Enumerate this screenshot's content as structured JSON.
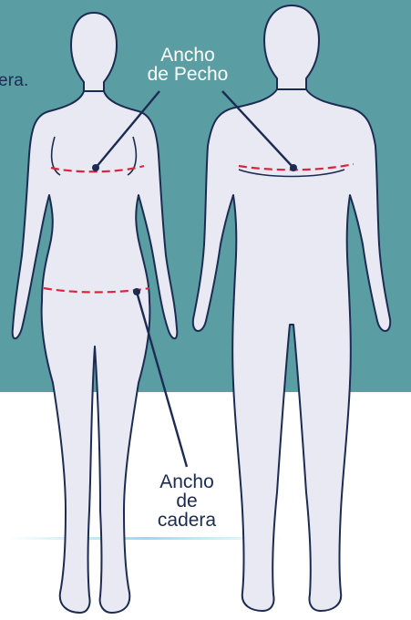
{
  "colors": {
    "teal_band": "#5a9ea4",
    "body_fill": "#e8e9f2",
    "outline": "#1c2b52",
    "measure_dash": "#d7263d",
    "floor_glow": "#7fd8ec"
  },
  "fragment_text": "era.",
  "labels": {
    "chest": [
      "Ancho",
      "de Pecho"
    ],
    "hip": [
      "Ancho",
      "de",
      "cadera"
    ]
  }
}
